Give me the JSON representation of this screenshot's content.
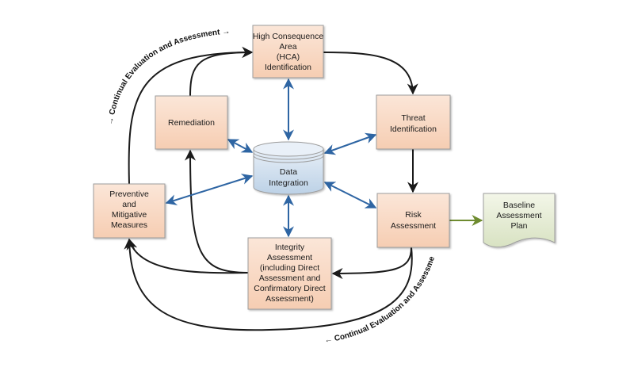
{
  "diagram": {
    "colors": {
      "process_fill_top": "#fbe6d8",
      "process_fill_bottom": "#f6cdb2",
      "process_border": "#9c9c9c",
      "data_fill_top": "#e6eef7",
      "data_fill_bottom": "#bcd1e6",
      "doc_fill_top": "#f3f6e8",
      "doc_fill_bottom": "#d8e2c2",
      "flow_arrow": "#1a1a1a",
      "data_arrow": "#2e65a3",
      "output_arrow": "#6e8b2f"
    },
    "nodes": {
      "hca": {
        "lines": [
          "High Consequence",
          "Area",
          "(HCA)",
          "Identification"
        ]
      },
      "threat": {
        "lines": [
          "Threat",
          "Identification"
        ]
      },
      "risk": {
        "lines": [
          "Risk",
          "Assessment"
        ]
      },
      "integrity": {
        "lines": [
          "Integrity",
          "Assessment",
          "(including Direct",
          "Assessment and",
          "Confirmatory Direct",
          "Assessment)"
        ]
      },
      "preventive": {
        "lines": [
          "Preventive",
          "and",
          "Mitigative",
          "Measures"
        ]
      },
      "remediation": {
        "lines": [
          "Remediation"
        ]
      },
      "data": {
        "lines": [
          "Data",
          "Integration"
        ]
      },
      "baseline": {
        "lines": [
          "Baseline",
          "Assessment",
          "Plan"
        ]
      }
    },
    "loop_labels": {
      "top": "→ Continual Evaluation and Assessment →",
      "bottom": "← Continual Evaluation and Assessment ←"
    },
    "edges": [
      {
        "from": "hca",
        "to": "threat",
        "type": "flow"
      },
      {
        "from": "threat",
        "to": "risk",
        "type": "flow"
      },
      {
        "from": "risk",
        "to": "integrity",
        "type": "flow"
      },
      {
        "from": "risk",
        "to": "preventive",
        "type": "flow"
      },
      {
        "from": "integrity",
        "to": "preventive",
        "type": "flow"
      },
      {
        "from": "integrity",
        "to": "remediation",
        "type": "flow"
      },
      {
        "from": "remediation",
        "to": "hca",
        "type": "flow"
      },
      {
        "from": "preventive",
        "to": "hca",
        "type": "flow"
      },
      {
        "from": "risk",
        "to": "baseline",
        "type": "output"
      },
      {
        "from": "data",
        "to": "hca",
        "type": "data-bidirectional"
      },
      {
        "from": "data",
        "to": "threat",
        "type": "data-bidirectional"
      },
      {
        "from": "data",
        "to": "risk",
        "type": "data-bidirectional"
      },
      {
        "from": "data",
        "to": "integrity",
        "type": "data-bidirectional"
      },
      {
        "from": "data",
        "to": "preventive",
        "type": "data-bidirectional"
      },
      {
        "from": "data",
        "to": "remediation",
        "type": "data-bidirectional"
      }
    ]
  }
}
